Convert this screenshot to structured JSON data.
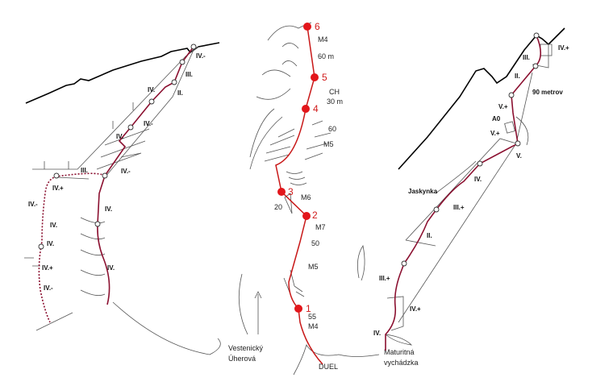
{
  "left_topo": {
    "grades": [
      "IV.-",
      "III.",
      "II.",
      "IV.",
      "IV.-",
      "IV.",
      "III.",
      "IV.-",
      "IV.+",
      "IV.-",
      "IV.",
      "IV.",
      "IV.+",
      "IV.-",
      "IV.",
      "IV."
    ]
  },
  "middle_topo": {
    "stations": [
      "1",
      "2",
      "3",
      "4",
      "5",
      "6"
    ],
    "labels": [
      "M4",
      "60 m",
      "CH",
      "30 m",
      "60",
      "M5",
      "M6",
      "20",
      "M7",
      "50",
      "M5",
      "55",
      "M4"
    ],
    "route_name": "DUEL",
    "left_route": [
      "Vestenický",
      "Úherová"
    ],
    "right_route": [
      "Maturitná",
      "vychádzka"
    ]
  },
  "right_topo": {
    "grades": [
      "IV.+",
      "III.",
      "II.",
      "V.+",
      "A0",
      "V.+",
      "V.",
      "IV.",
      "III.+",
      "II.",
      "III.+",
      "IV.+",
      "IV."
    ],
    "length": "90 metrov",
    "feature": "Jaskynka"
  },
  "colors": {
    "route": "#8b1030",
    "stations": "#e3161b"
  }
}
